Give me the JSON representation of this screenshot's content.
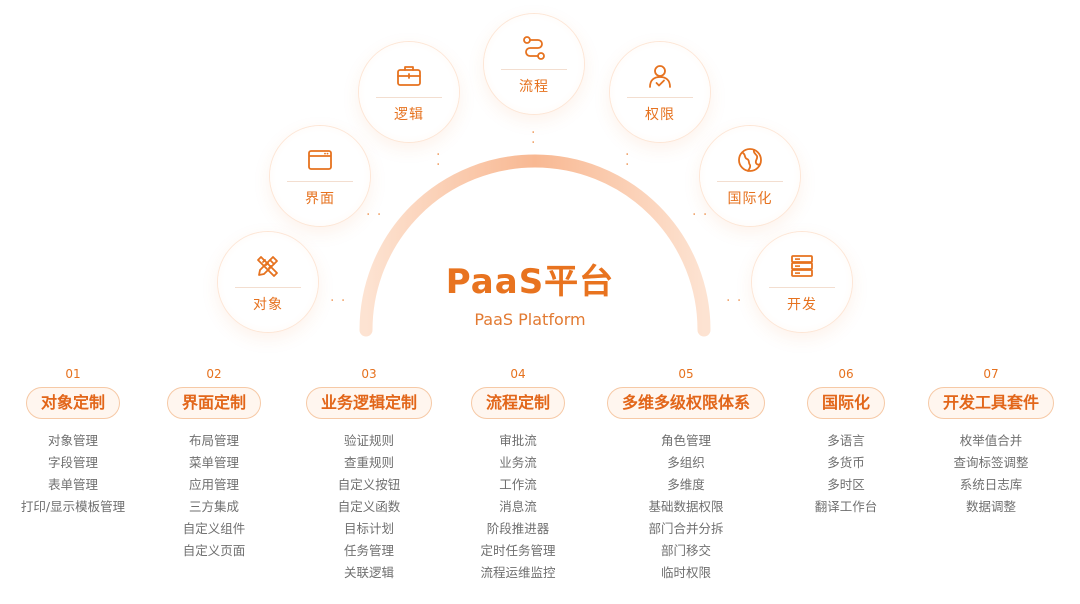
{
  "center": {
    "title": "PaaS平台",
    "subtitle": "PaaS Platform"
  },
  "nodes": [
    {
      "label": "对象",
      "icon": "pencil-ruler-icon"
    },
    {
      "label": "界面",
      "icon": "browser-window-icon"
    },
    {
      "label": "逻辑",
      "icon": "toolbox-icon"
    },
    {
      "label": "流程",
      "icon": "flow-path-icon"
    },
    {
      "label": "权限",
      "icon": "user-check-icon"
    },
    {
      "label": "国际化",
      "icon": "globe-icon"
    },
    {
      "label": "开发",
      "icon": "server-stack-icon"
    }
  ],
  "columns": [
    {
      "num": "01",
      "title": "对象定制",
      "items": [
        "对象管理",
        "字段管理",
        "表单管理",
        "打印/显示模板管理"
      ]
    },
    {
      "num": "02",
      "title": "界面定制",
      "items": [
        "布局管理",
        "菜单管理",
        "应用管理",
        "三方集成",
        "自定义组件",
        "自定义页面"
      ]
    },
    {
      "num": "03",
      "title": "业务逻辑定制",
      "items": [
        "验证规则",
        "查重规则",
        "自定义按钮",
        "自定义函数",
        "目标计划",
        "任务管理",
        "关联逻辑"
      ]
    },
    {
      "num": "04",
      "title": "流程定制",
      "items": [
        "审批流",
        "业务流",
        "工作流",
        "消息流",
        "阶段推进器",
        "定时任务管理",
        "流程运维监控"
      ]
    },
    {
      "num": "05",
      "title": "多维多级权限体系",
      "items": [
        "角色管理",
        "多组织",
        "多维度",
        "基础数据权限",
        "部门合并分拆",
        "部门移交",
        "临时权限"
      ]
    },
    {
      "num": "06",
      "title": "国际化",
      "items": [
        "多语言",
        "多货币",
        "多时区",
        "翻译工作台"
      ]
    },
    {
      "num": "07",
      "title": "开发工具套件",
      "items": [
        "枚举值合并",
        "查询标签调整",
        "系统日志库",
        "数据调整"
      ]
    }
  ],
  "colors": {
    "accent": "#e8731f",
    "arc_start": "#fde0cc",
    "arc_mid": "#f7b58a",
    "text_muted": "#6f6f6f"
  }
}
